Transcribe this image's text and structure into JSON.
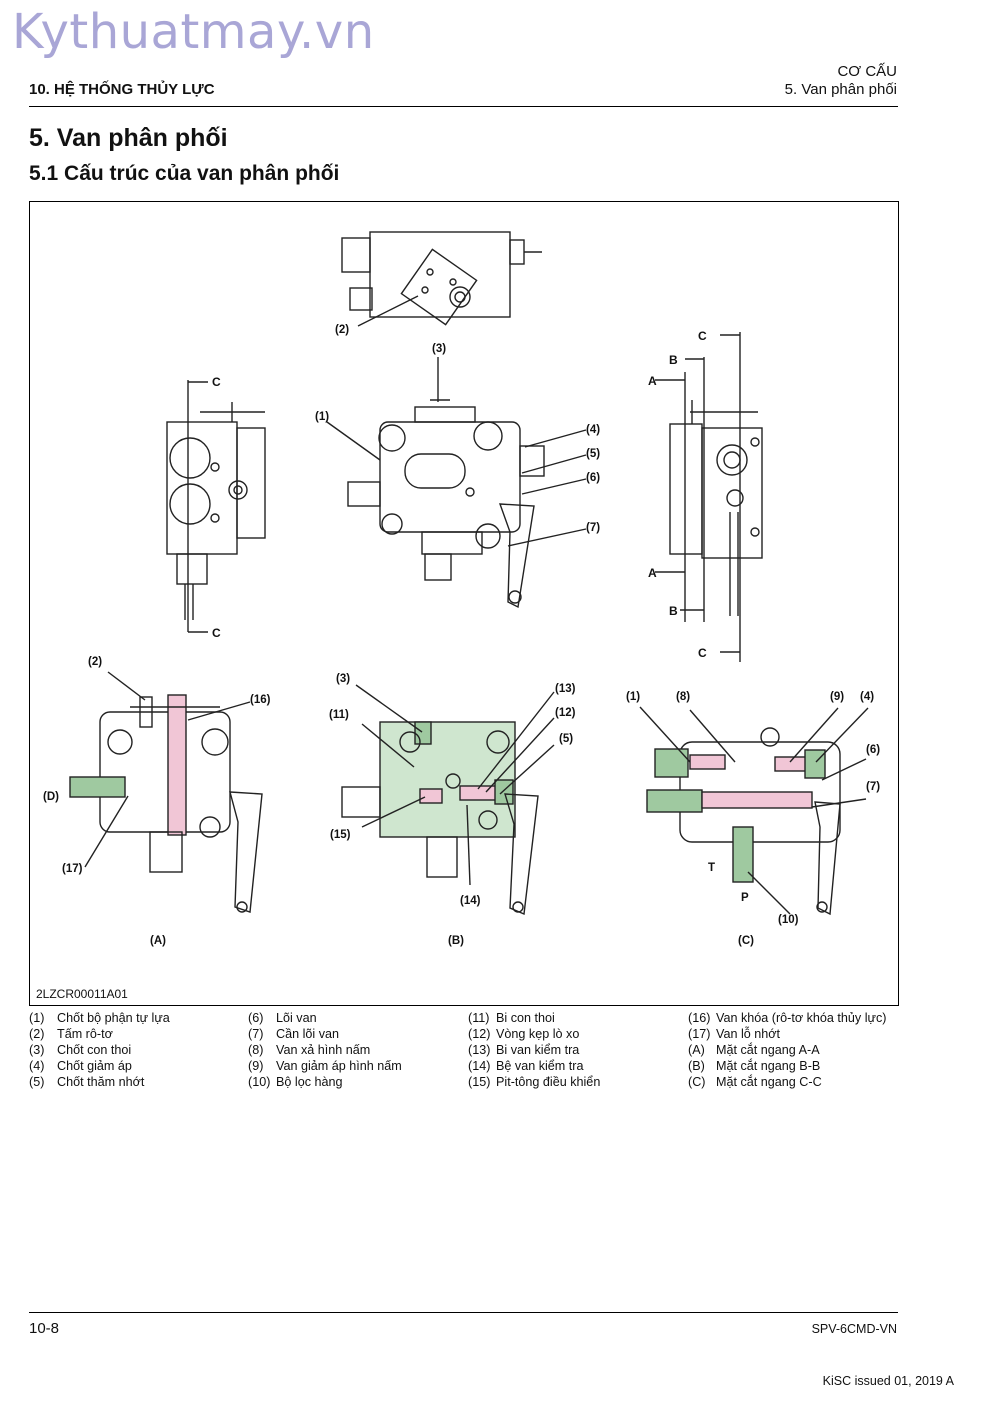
{
  "watermark": "Kythuatmay.vn",
  "header": {
    "chapter": "10. HỆ THỐNG THỦY LỰC",
    "section": "CƠ CẤU",
    "subsection": "5. Van phân phối"
  },
  "title": "5. Van phân phối",
  "subtitle": "5.1 Cấu trúc của van phân phối",
  "figure": {
    "id": "2LZCR00011A01",
    "labels": {
      "top_2": "(2)",
      "top_3": "(3)",
      "top_1": "(1)",
      "top_4": "(4)",
      "top_5": "(5)",
      "top_6": "(6)",
      "top_7": "(7)",
      "a_2": "(2)",
      "a_16": "(16)",
      "a_d": "(D)",
      "a_17": "(17)",
      "a_caption": "(A)",
      "b_3": "(3)",
      "b_13": "(13)",
      "b_11": "(11)",
      "b_12": "(12)",
      "b_5": "(5)",
      "b_15": "(15)",
      "b_14": "(14)",
      "b_caption": "(B)",
      "c_1": "(1)",
      "c_8": "(8)",
      "c_9": "(9)",
      "c_4": "(4)",
      "c_6": "(6)",
      "c_7": "(7)",
      "c_t": "T",
      "c_p": "P",
      "c_10": "(10)",
      "c_caption": "(C)"
    },
    "sections": {
      "left_c_top": "C",
      "left_c_bottom": "C",
      "right_c_top": "C",
      "right_b_top": "B",
      "right_a_top": "A",
      "right_a_bottom": "A",
      "right_b_bottom": "B",
      "right_c_bottom": "C"
    }
  },
  "legend": {
    "col1": [
      {
        "n": "(1)",
        "t": "Chốt bộ phận tự lựa"
      },
      {
        "n": "(2)",
        "t": "Tấm rô-tơ"
      },
      {
        "n": "(3)",
        "t": "Chốt con thoi"
      },
      {
        "n": "(4)",
        "t": "Chốt giảm áp"
      },
      {
        "n": "(5)",
        "t": "Chốt thăm nhớt"
      }
    ],
    "col2": [
      {
        "n": "(6)",
        "t": "Lõi van"
      },
      {
        "n": "(7)",
        "t": "Cần lõi van"
      },
      {
        "n": "(8)",
        "t": "Van xả hình nấm"
      },
      {
        "n": "(9)",
        "t": "Van giảm áp hình nấm"
      },
      {
        "n": "(10)",
        "t": "Bộ lọc hàng"
      }
    ],
    "col3": [
      {
        "n": "(11)",
        "t": "Bi con thoi"
      },
      {
        "n": "(12)",
        "t": "Vòng kẹp lò xo"
      },
      {
        "n": "(13)",
        "t": "Bi van kiểm tra"
      },
      {
        "n": "(14)",
        "t": "Bệ van kiểm tra"
      },
      {
        "n": "(15)",
        "t": "Pit-tông điều khiển"
      }
    ],
    "col4": [
      {
        "n": "(16)",
        "t": "Van khóa (rô-tơ khóa thủy lực)"
      },
      {
        "n": "(17)",
        "t": "Van lỗ nhớt"
      },
      {
        "n": "(A)",
        "t": "Mặt cắt ngang A-A"
      },
      {
        "n": "(B)",
        "t": "Mặt cắt ngang B-B"
      },
      {
        "n": "(C)",
        "t": "Mặt cắt ngang C-C"
      }
    ]
  },
  "footer": {
    "page": "10-8",
    "doc_code": "SPV-6CMD-VN",
    "issued": "KiSC issued 01, 2019 A"
  }
}
